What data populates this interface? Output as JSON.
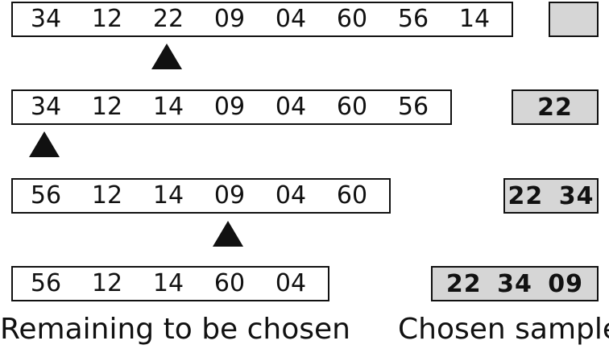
{
  "rows": [
    {
      "remaining": [
        "34",
        "12",
        "22",
        "09",
        "04",
        "60",
        "56",
        "14"
      ],
      "chosen": "",
      "pointer_index": 2
    },
    {
      "remaining": [
        "34",
        "12",
        "14",
        "09",
        "04",
        "60",
        "56"
      ],
      "chosen": "22",
      "pointer_index": 0
    },
    {
      "remaining": [
        "56",
        "12",
        "14",
        "09",
        "04",
        "60"
      ],
      "chosen": "22 34",
      "pointer_index": 3
    },
    {
      "remaining": [
        "56",
        "12",
        "14",
        "60",
        "04"
      ],
      "chosen": "22 34 09",
      "pointer_index": null
    }
  ],
  "captions": {
    "remaining": "Remaining to be chosen",
    "chosen": "Chosen sample"
  },
  "colors": {
    "chosen_fill": "#d6d6d6",
    "outline": "#111111"
  }
}
